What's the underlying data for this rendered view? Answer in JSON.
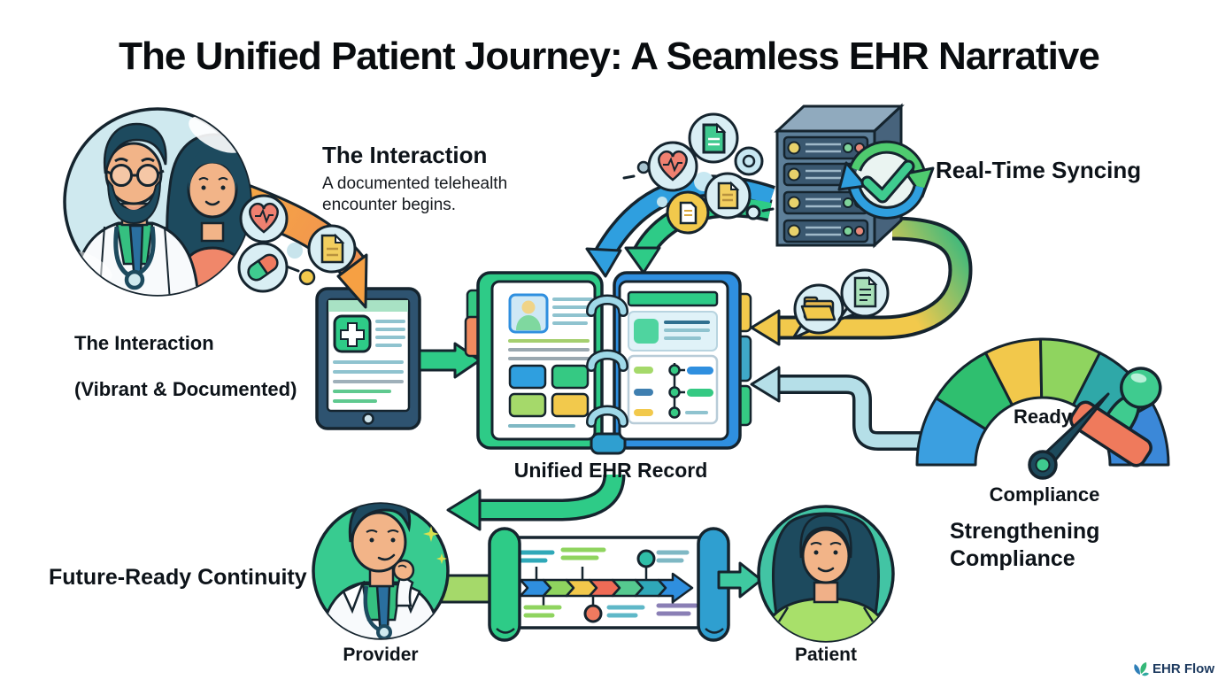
{
  "title": "The Unified Patient Journey: A Seamless EHR Narrative",
  "interaction": {
    "caption_line1": "The Interaction",
    "caption_line2": "(Vibrant & Documented)",
    "heading": "The Interaction",
    "description": "A documented telehealth encounter begins."
  },
  "syncing": {
    "heading": "Real-Time Syncing"
  },
  "ehr_record": {
    "label": "Unified EHR Record"
  },
  "compliance": {
    "gauge_value": "Ready",
    "gauge_label": "Compliance",
    "heading": "Strengthening Compliance"
  },
  "continuity": {
    "heading": "Future-Ready Continuity",
    "provider_label": "Provider",
    "patient_label": "Patient"
  },
  "branding": {
    "logo_text": "EHR Flow"
  },
  "colors": {
    "accent_green": "#2ecb87",
    "accent_blue": "#2f8fdf",
    "accent_yellow": "#f2c94c",
    "accent_coral": "#ef7a5f",
    "accent_teal": "#2fa8b8",
    "light_blue": "#cfe9ef",
    "ink": "#15242e"
  }
}
